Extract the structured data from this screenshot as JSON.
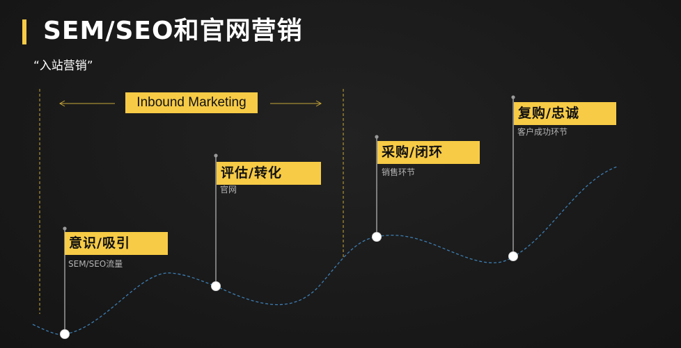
{
  "header": {
    "title": "SEM/SEO和官网营销",
    "subtitle": "“入站营销”"
  },
  "inbound": {
    "label": "Inbound Marketing"
  },
  "stages": [
    {
      "label": "意识/吸引",
      "desc": "SEM/SEO流量"
    },
    {
      "label": "评估/转化",
      "desc": "官网"
    },
    {
      "label": "采购/闭环",
      "desc": "销售环节"
    },
    {
      "label": "复购/忠诚",
      "desc": "客户成功环节"
    }
  ],
  "colors": {
    "accent": "#f7cb46",
    "background": "#191919",
    "curve": "#3d7fb5",
    "guide": "#c9a93a"
  }
}
